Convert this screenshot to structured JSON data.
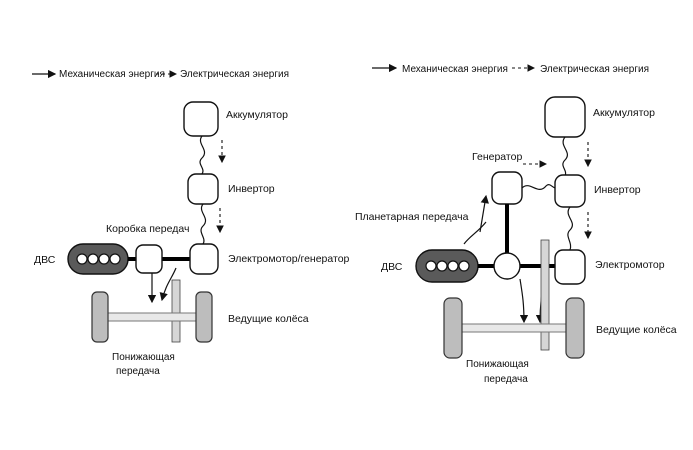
{
  "left": {
    "legend": {
      "mechanical": "Механическая энергия",
      "electrical": "Электрическая энергия"
    },
    "labels": {
      "battery": "Аккумулятор",
      "inverter": "Инвертор",
      "gearbox": "Коробка передач",
      "engine": "ДВС",
      "motor": "Электромотор/генератор",
      "wheels": "Ведущие колёса",
      "reduction_line1": "Понижающая",
      "reduction_line2": "передача"
    }
  },
  "right": {
    "legend": {
      "mechanical": "Механическая энергия",
      "electrical": "Электрическая энергия"
    },
    "labels": {
      "battery": "Аккумулятор",
      "generator": "Генератор",
      "inverter": "Инвертор",
      "planetary": "Планетарная передача",
      "engine": "ДВС",
      "motor": "Электромотор",
      "wheels": "Ведущие колёса",
      "reduction_line1": "Понижающая",
      "reduction_line2": "передача"
    }
  }
}
